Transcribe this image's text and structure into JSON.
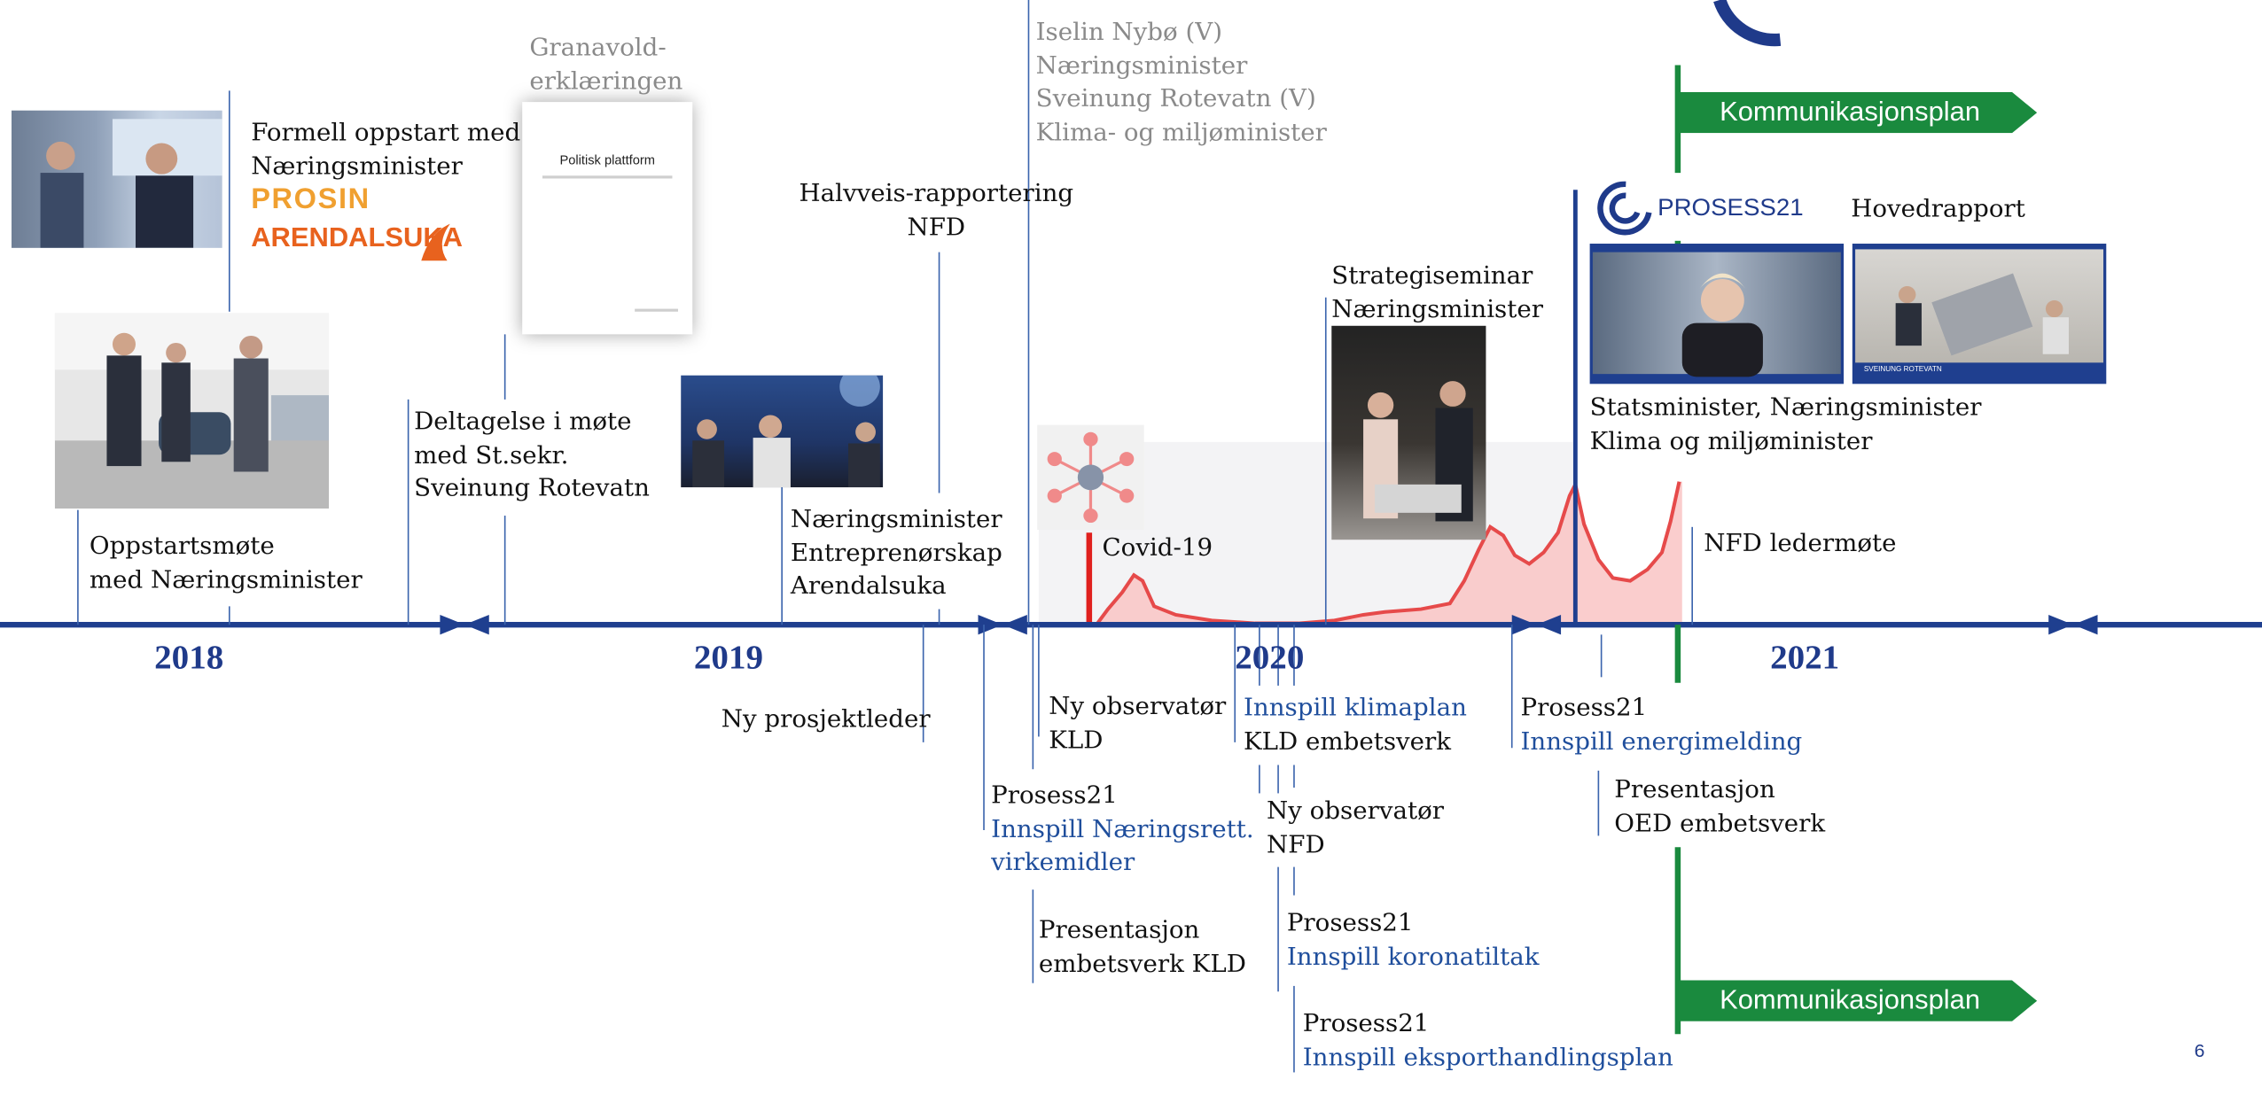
{
  "years": [
    "2018",
    "2019",
    "2020",
    "2021"
  ],
  "events_above": {
    "oppstart": [
      "Oppstartsmøte",
      "med Næringsminister"
    ],
    "formell": [
      "Formell oppstart med",
      "Næringsminister"
    ],
    "granavold": [
      "Granavold-",
      "erklæringen"
    ],
    "deltagelse": [
      "Deltagelse i møte",
      "med St.sekr.",
      "Sveinung Rotevatn"
    ],
    "halvveis": [
      "Halvveis-rapportering",
      "NFD"
    ],
    "nyboe": [
      "Iselin Nybø (V)",
      "Næringsminister",
      "Sveinung Rotevatn (V)",
      "Klima- og miljøminister"
    ],
    "entreprenor": [
      "Næringsminister",
      "Entreprenørskap",
      "Arendalsuka"
    ],
    "covid": "Covid-19",
    "strategi": [
      "Strategiseminar",
      "Næringsminister"
    ],
    "statsminister": [
      "Statsminister, Næringsminister",
      "Klima og miljøminister"
    ],
    "hovedrapport": "Hovedrapport",
    "nfd_ledermote": "NFD ledermøte"
  },
  "events_below": {
    "ny_prosjektleder": "Ny prosjektleder",
    "ny_obs_kld": [
      "Ny observatør",
      "KLD"
    ],
    "innspill_naering": {
      "l1": "Prosess21",
      "l2": "Innspill Næringsrett.",
      "l3": "virkemidler"
    },
    "pres_kld": [
      "Presentasjon",
      "embetsverk KLD"
    ],
    "innspill_klima": {
      "l1": "Innspill klimaplan",
      "l2": "KLD embetsverk"
    },
    "ny_obs_nfd": [
      "Ny observatør",
      "NFD"
    ],
    "innspill_korona": {
      "l1": "Prosess21",
      "l2": "Innspill koronatiltak"
    },
    "innspill_eksport": {
      "l1": "Prosess21",
      "l2": "Innspill eksporthandlingsplan"
    },
    "innspill_energi": {
      "l1": "Prosess21",
      "l2": "Innspill energimelding"
    },
    "pres_oed": [
      "Presentasjon",
      "OED embetsverk"
    ]
  },
  "logos": {
    "prosin": "PROSIN",
    "arendalsuka": "ARENDALSUKA",
    "prosess21": "PROSESS21",
    "doc_title": "Politisk plattform",
    "video_caption": "SVEINUNG ROTEVATN"
  },
  "banners": [
    "Kommunikasjonsplan",
    "Kommunikasjonsplan"
  ],
  "page_number": "6",
  "colors": {
    "timeline": "#1f3f8f",
    "years": "#1f3a8a",
    "link_text": "#1f4e9c",
    "covid_line": "#e0201e",
    "covid_fill": "#f7b7b7",
    "banner": "#1a8a3e",
    "prosin": "#f0a030",
    "arendalsuka": "#e8621e"
  },
  "icons": [
    "virus-icon",
    "prosess21-logo",
    "hourglass-marker-icon"
  ]
}
